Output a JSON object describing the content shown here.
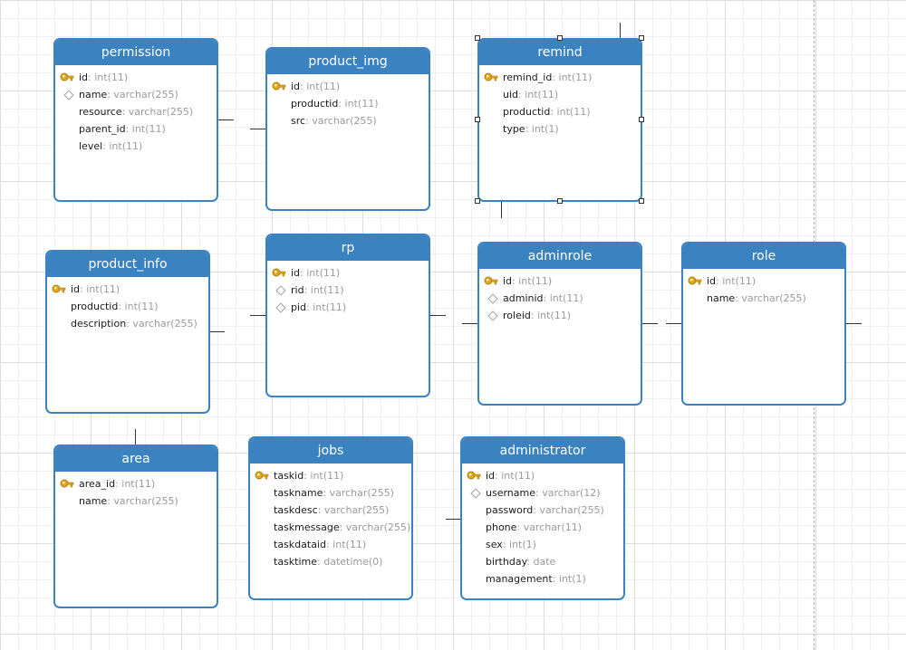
{
  "entities": [
    {
      "id": "permission",
      "name": "permission",
      "fields": [
        {
          "name": "id",
          "type": ": int(11)",
          "marker": "key"
        },
        {
          "name": "name",
          "type": ": varchar(255)",
          "marker": "index"
        },
        {
          "name": "resource",
          "type": ": varchar(255)",
          "marker": "none"
        },
        {
          "name": "parent_id",
          "type": ": int(11)",
          "marker": "none"
        },
        {
          "name": "level",
          "type": ": int(11)",
          "marker": "none"
        }
      ]
    },
    {
      "id": "product_img",
      "name": "product_img",
      "fields": [
        {
          "name": "id",
          "type": ": int(11)",
          "marker": "key"
        },
        {
          "name": "productid",
          "type": ": int(11)",
          "marker": "none"
        },
        {
          "name": "src",
          "type": ": varchar(255)",
          "marker": "none"
        }
      ]
    },
    {
      "id": "remind",
      "name": "remind",
      "fields": [
        {
          "name": "remind_id",
          "type": ": int(11)",
          "marker": "key"
        },
        {
          "name": "uid",
          "type": ": int(11)",
          "marker": "none"
        },
        {
          "name": "productid",
          "type": ": int(11)",
          "marker": "none"
        },
        {
          "name": "type",
          "type": ": int(1)",
          "marker": "none"
        }
      ]
    },
    {
      "id": "product_info",
      "name": "product_info",
      "fields": [
        {
          "name": "id",
          "type": ": int(11)",
          "marker": "key"
        },
        {
          "name": "productid",
          "type": ": int(11)",
          "marker": "none"
        },
        {
          "name": "description",
          "type": ": varchar(255)",
          "marker": "none"
        }
      ]
    },
    {
      "id": "rp",
      "name": "rp",
      "fields": [
        {
          "name": "id",
          "type": ": int(11)",
          "marker": "key"
        },
        {
          "name": "rid",
          "type": ": int(11)",
          "marker": "index"
        },
        {
          "name": "pid",
          "type": ": int(11)",
          "marker": "index"
        }
      ]
    },
    {
      "id": "adminrole",
      "name": "adminrole",
      "fields": [
        {
          "name": "id",
          "type": ": int(11)",
          "marker": "key"
        },
        {
          "name": "adminid",
          "type": ": int(11)",
          "marker": "index"
        },
        {
          "name": "roleid",
          "type": ": int(11)",
          "marker": "index"
        }
      ]
    },
    {
      "id": "role",
      "name": "role",
      "fields": [
        {
          "name": "id",
          "type": ": int(11)",
          "marker": "key"
        },
        {
          "name": "name",
          "type": ": varchar(255)",
          "marker": "none"
        }
      ]
    },
    {
      "id": "area",
      "name": "area",
      "fields": [
        {
          "name": "area_id",
          "type": ": int(11)",
          "marker": "key"
        },
        {
          "name": "name",
          "type": ": varchar(255)",
          "marker": "none"
        }
      ]
    },
    {
      "id": "jobs",
      "name": "jobs",
      "fields": [
        {
          "name": "taskid",
          "type": ": int(11)",
          "marker": "key"
        },
        {
          "name": "taskname",
          "type": ": varchar(255)",
          "marker": "none"
        },
        {
          "name": "taskdesc",
          "type": ": varchar(255)",
          "marker": "none"
        },
        {
          "name": "taskmessage",
          "type": ": varchar(255)",
          "marker": "none"
        },
        {
          "name": "taskdataid",
          "type": ": int(11)",
          "marker": "none"
        },
        {
          "name": "tasktime",
          "type": ": datetime(0)",
          "marker": "none"
        }
      ]
    },
    {
      "id": "administrator",
      "name": "administrator",
      "fields": [
        {
          "name": "id",
          "type": ": int(11)",
          "marker": "key"
        },
        {
          "name": "username",
          "type": ": varchar(12)",
          "marker": "index"
        },
        {
          "name": "password",
          "type": ": varchar(255)",
          "marker": "none"
        },
        {
          "name": "phone",
          "type": ": varchar(11)",
          "marker": "none"
        },
        {
          "name": "sex",
          "type": ": int(1)",
          "marker": "none"
        },
        {
          "name": "birthday",
          "type": ": date",
          "marker": "none"
        },
        {
          "name": "management",
          "type": ": int(1)",
          "marker": "none"
        }
      ]
    }
  ],
  "selected_entity": "remind",
  "colors": {
    "header": "#3b83c0",
    "border": "#3b83c0",
    "header_text": "#ffffff",
    "field_name": "#1a1a1a",
    "field_type": "#9a9a9a",
    "key": "#e3a81b"
  }
}
